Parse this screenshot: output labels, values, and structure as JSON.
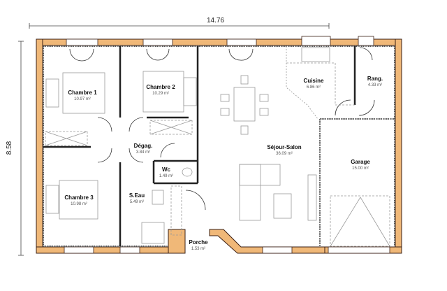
{
  "dimensions": {
    "width": "14.76",
    "height": "8.58"
  },
  "colors": {
    "wall_fill": "#f0b878",
    "wall_stroke": "#3a1f14",
    "interior_wall": "#222222",
    "furniture": "#9a9a9a"
  },
  "rooms": [
    {
      "name": "Chambre 1",
      "area": "10.97 m²"
    },
    {
      "name": "Chambre 2",
      "area": "10.29 m²"
    },
    {
      "name": "Dégag.",
      "area": "3.84 m²"
    },
    {
      "name": "Wc",
      "area": "1.49 m²"
    },
    {
      "name": "Chambre 3",
      "area": "10.98 m²"
    },
    {
      "name": "S.Eau",
      "area": "5.49 m²"
    },
    {
      "name": "Porche",
      "area": "1.53 m²"
    },
    {
      "name": "Cuisine",
      "area": "6.86 m²"
    },
    {
      "name": "Rang.",
      "area": "4.33 m²"
    },
    {
      "name": "Séjour-Salon",
      "area": "36.09 m²"
    },
    {
      "name": "Garage",
      "area": "15.00 m²"
    }
  ]
}
